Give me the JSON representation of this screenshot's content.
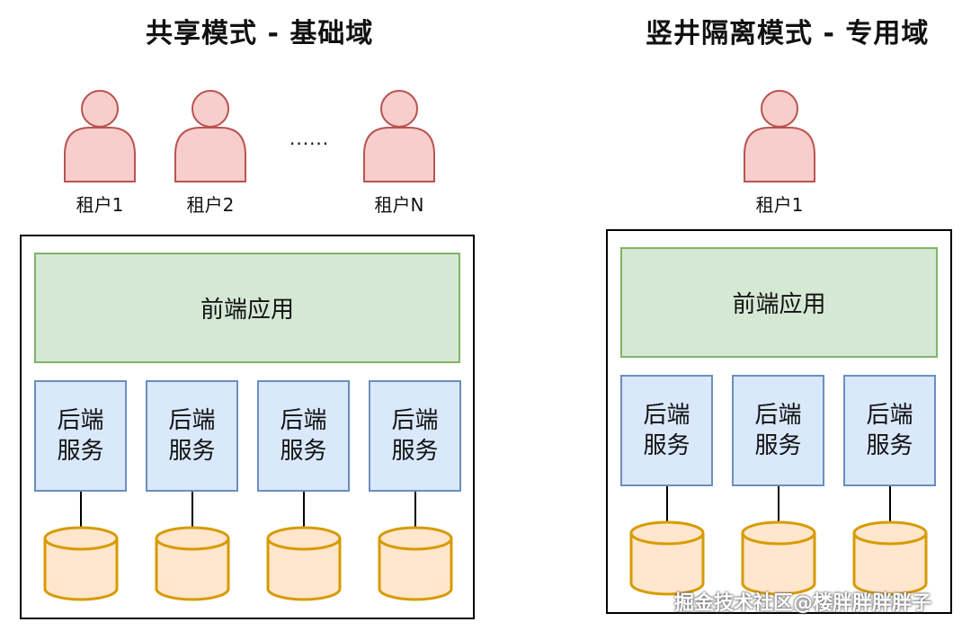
{
  "shared": {
    "title": "共享模式 - 基础域",
    "tenants": [
      "租户1",
      "租户2",
      "租户N"
    ],
    "ellipsis": "......",
    "frontend_label": "前端应用",
    "backend_label": "后端服务",
    "backend_count": 4
  },
  "isolated": {
    "title": "竖井隔离模式 - 专用域",
    "tenants": [
      "租户1"
    ],
    "frontend_label": "前端应用",
    "backend_label": "后端服务",
    "backend_count": 3
  },
  "watermark": "掘金技术社区@楼胖胖胖胖子",
  "colors": {
    "person_fill": "#f8cecc",
    "person_stroke": "#b85450",
    "frontend_fill": "#d5e8d4",
    "frontend_stroke": "#82b366",
    "backend_fill": "#dae8fc",
    "backend_stroke": "#6c8ebf",
    "db_fill": "#ffe6cc",
    "db_stroke": "#d79b00"
  }
}
